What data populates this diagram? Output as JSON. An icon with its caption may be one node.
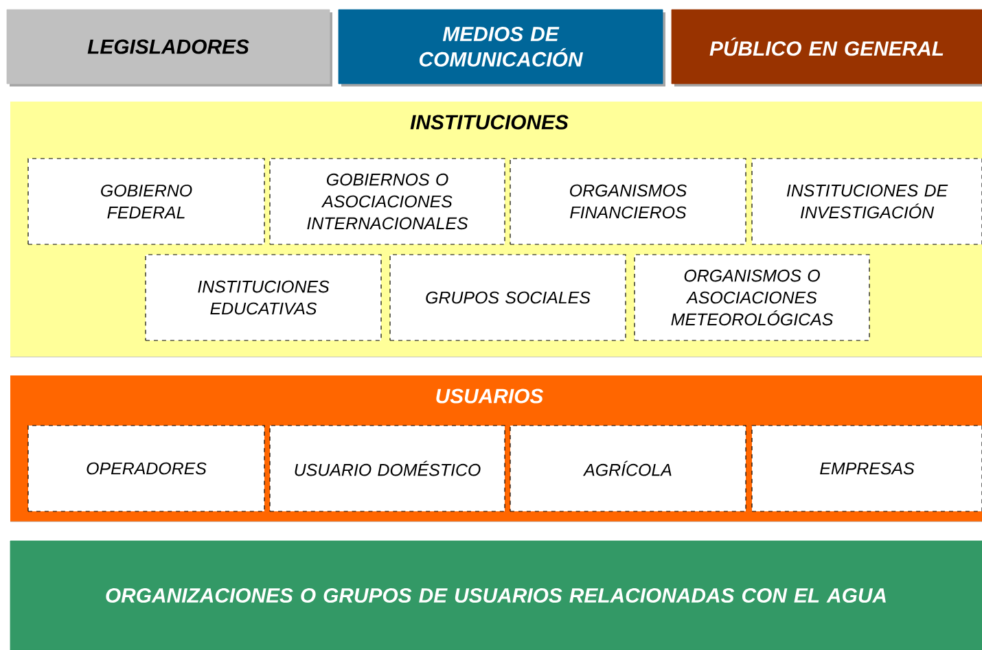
{
  "diagram": {
    "nodes": [
      {
        "text": [
          "LEGISLADORES"
        ]
      },
      {
        "text": [
          "MEDIOS DE COMUNICACIÓN"
        ]
      },
      {
        "text": [
          "PÚBLICO EN GENERAL"
        ]
      },
      {
        "text": [
          "INSTITUCIONES"
        ]
      },
      {
        "text": [
          "GOBIERNO FEDERAL"
        ],
        "in": 3
      },
      {
        "text": [
          "GOBIERNOS O ASOCIACIONES INTERNACIONALES"
        ],
        "in": 3
      },
      {
        "text": [
          "ORGANISMOS FINANCIEROS"
        ],
        "in": 3
      },
      {
        "text": [
          "INSTITUCIONES DE INVESTIGACIÓN"
        ],
        "in": 3
      },
      {
        "text": [
          "INSTITUCIONES EDUCATIVAS"
        ],
        "in": 3
      },
      {
        "text": [
          "GRUPOS SOCIALES"
        ],
        "in": 3
      },
      {
        "text": [
          "ORGANISMOS O ASOCIACIONES METEOROLÓGICAS"
        ],
        "in": 3
      },
      {
        "text": [
          "USUARIOS"
        ]
      },
      {
        "text": [
          "OPERADORES"
        ],
        "in": 11
      },
      {
        "text": [
          "USUARIO DOMÉSTICO"
        ],
        "in": 11
      },
      {
        "text": [
          "AGRÍCOLA"
        ],
        "in": 11
      },
      {
        "text": [
          "EMPRESAS"
        ],
        "in": 11
      },
      {
        "text": [
          "ORGANIZACIONES O GRUPOS DE USUARIOS RELACIONADAS CON EL AGUA"
        ]
      }
    ]
  }
}
